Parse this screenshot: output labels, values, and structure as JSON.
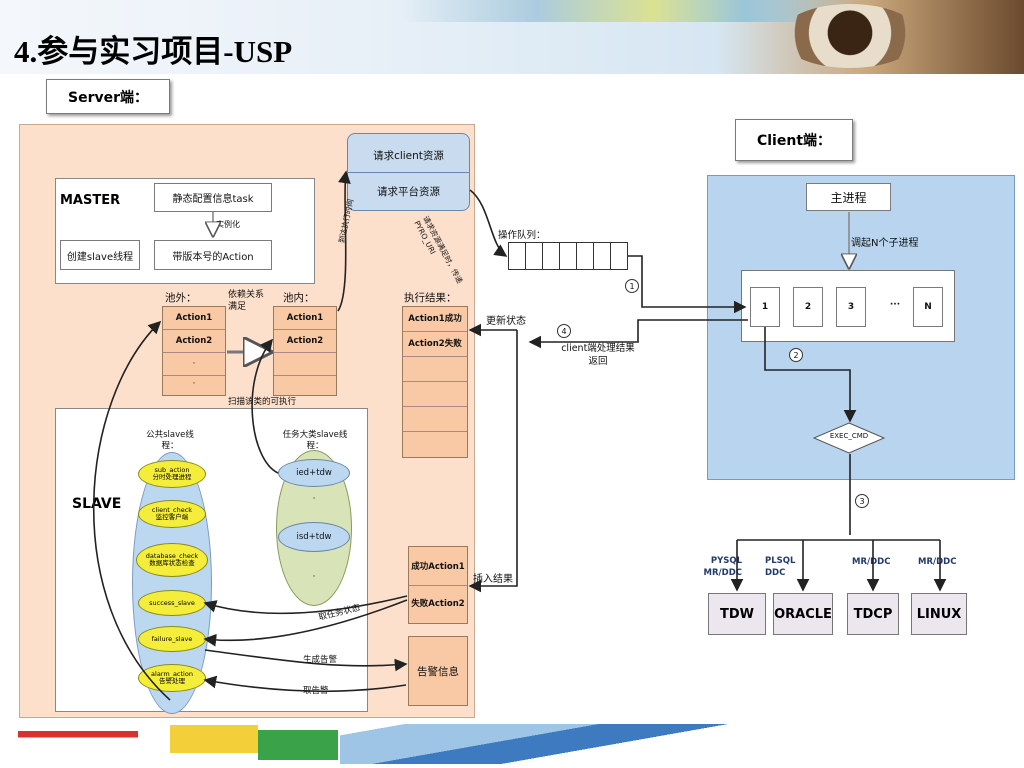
{
  "title": "4.参与实习项目-USP",
  "server_label": "Server端：",
  "client_label": "Client端：",
  "master": {
    "label": "MASTER",
    "static_task": "静态配置信息task",
    "instantiate": "实例化",
    "create_slave": "创建slave线程",
    "action_with_version": "带版本号的Action"
  },
  "resource": {
    "client_res": "请求client资源",
    "platform_res": "请求平台资源",
    "note_right": "请求资源满足时，传递PYRO_URI",
    "note_left": "到达执行时间"
  },
  "pool_out": {
    "label": "池外：",
    "items": [
      "Action1",
      "Action2",
      "·",
      "·"
    ]
  },
  "dependency_label": "依赖关系满足",
  "pool_in": {
    "label": "池内：",
    "items": [
      "Action1",
      "Action2",
      "",
      ""
    ]
  },
  "exec_result": {
    "label": "执行结果：",
    "items": [
      "Action1成功",
      "Action2失败",
      "",
      "",
      "",
      ""
    ]
  },
  "op_queue_label": "操作队列：",
  "update_status": "更新状态",
  "client_return": "client端处理结果返回",
  "scan_label": "扫描该类的可执行action",
  "slave": {
    "label": "SLAVE",
    "public_thread": "公共slave线程：",
    "task_thread": "任务大类slave线程：",
    "public_items": [
      {
        "name": "sub_action",
        "desc": "分时处理进程"
      },
      {
        "name": "client_check",
        "desc": "监控客户端"
      },
      {
        "name": "database_check",
        "desc": "数据库状态检查"
      },
      {
        "name": "success_slave",
        "desc": ""
      },
      {
        "name": "failure_slave",
        "desc": ""
      },
      {
        "name": "alarm_action",
        "desc": "告警处理"
      }
    ],
    "task_items": [
      "ied+tdw",
      "·",
      "isd+tdw",
      "·"
    ]
  },
  "insert_result": {
    "label": "插入结果",
    "success": "成功Action1",
    "fail": "失败Action2"
  },
  "fetch_status": "取任务状态",
  "gen_alarm": "生成告警",
  "fetch_alarm": "取告警",
  "alarm_info": "告警信息",
  "client": {
    "main_process": "主进程",
    "spawn": "调起N个子进程",
    "procs": [
      "1",
      "2",
      "3",
      "···",
      "N"
    ],
    "exec_cmd": "EXEC_CMD"
  },
  "markers": [
    "1",
    "2",
    "3",
    "4"
  ],
  "targets": [
    {
      "label": "TDW",
      "note": "PYSQL MR/DDC"
    },
    {
      "label": "ORACLE",
      "note": "PLSQL DDC"
    },
    {
      "label": "TDCP",
      "note": "MR/DDC"
    },
    {
      "label": "LINUX",
      "note": "MR/DDC"
    }
  ],
  "colors": {
    "server_bg": "#fde0cc",
    "client_bg": "#b8d4ee",
    "orange": "#f9c9a5",
    "yellow": "#f4ee3a",
    "blue_ellipse": "#bcd7f0",
    "green_ellipse": "#d9e3b8",
    "target_bg": "#ece6ef"
  }
}
